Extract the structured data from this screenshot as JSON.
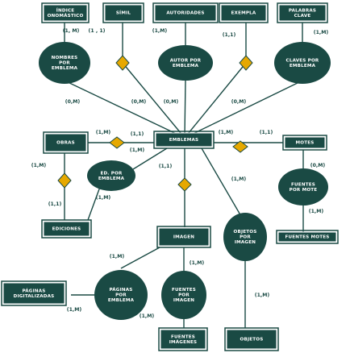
{
  "entities": [
    {
      "id": "indice",
      "lines": [
        "ÍNDICE",
        "ONOMÁSTICO"
      ]
    },
    {
      "id": "simil",
      "lines": [
        "SÍMIL"
      ]
    },
    {
      "id": "autoridades",
      "lines": [
        "AUTORIDADES"
      ]
    },
    {
      "id": "ejemplo",
      "lines": [
        "EXEMPLA"
      ]
    },
    {
      "id": "palabras",
      "lines": [
        "PALABRAS",
        "CLAVE"
      ]
    },
    {
      "id": "obras",
      "lines": [
        "OBRAS"
      ]
    },
    {
      "id": "emblemas",
      "lines": [
        "EMBLEMAS"
      ]
    },
    {
      "id": "motes",
      "lines": [
        "MOTES"
      ]
    },
    {
      "id": "ediciones",
      "lines": [
        "EDICIONES"
      ]
    },
    {
      "id": "imagen",
      "lines": [
        "IMAGEN"
      ]
    },
    {
      "id": "fuentes_motes",
      "lines": [
        "FUENTES MOTES"
      ]
    },
    {
      "id": "paginas_dig",
      "lines": [
        "PÁGINAS",
        "DIGITALIZADAS"
      ]
    },
    {
      "id": "fuentes_img",
      "lines": [
        "FUENTES",
        "IMÁGENES"
      ]
    },
    {
      "id": "objetos",
      "lines": [
        "OBJETOS"
      ]
    }
  ],
  "relations": [
    {
      "id": "nombres",
      "lines": [
        "NOMBRES",
        "POR",
        "EMBLEMA"
      ]
    },
    {
      "id": "autor",
      "lines": [
        "AUTOR POR",
        "EMBLEMA"
      ]
    },
    {
      "id": "claves",
      "lines": [
        "CLAVES POR",
        "EMBLEMA"
      ]
    },
    {
      "id": "ed",
      "lines": [
        "ED. POR",
        "EMBLEMA"
      ]
    },
    {
      "id": "fuentes_mote",
      "lines": [
        "FUENTES",
        "POR MOTE"
      ]
    },
    {
      "id": "objetos_img",
      "lines": [
        "OBJETOS",
        "POR",
        "IMAGEN"
      ]
    },
    {
      "id": "paginas_emb",
      "lines": [
        "PÁGINAS",
        "POR",
        "EMBLEMA"
      ]
    },
    {
      "id": "fuentes_por_img",
      "lines": [
        "FUENTES",
        "POR",
        "IMAGEN"
      ]
    }
  ],
  "cardinalities": [
    "(1, M)",
    "(1 , 1)",
    "(1,M)",
    "(1,1)",
    "(1,M)",
    "(0,M)",
    "(0,M)",
    "(0,M)",
    "(0,M)",
    "(1,M)",
    "(1,1)",
    "(1,M)",
    "(1,M)",
    "(1,1)",
    "(1,M)",
    "(1,1)",
    "(1,M)",
    "(1,1)",
    "(0,M)",
    "(1,M)",
    "(1,M)",
    "(1,M)",
    "(1,M)",
    "(1,M)",
    "(1,M)",
    "(1,M)"
  ]
}
